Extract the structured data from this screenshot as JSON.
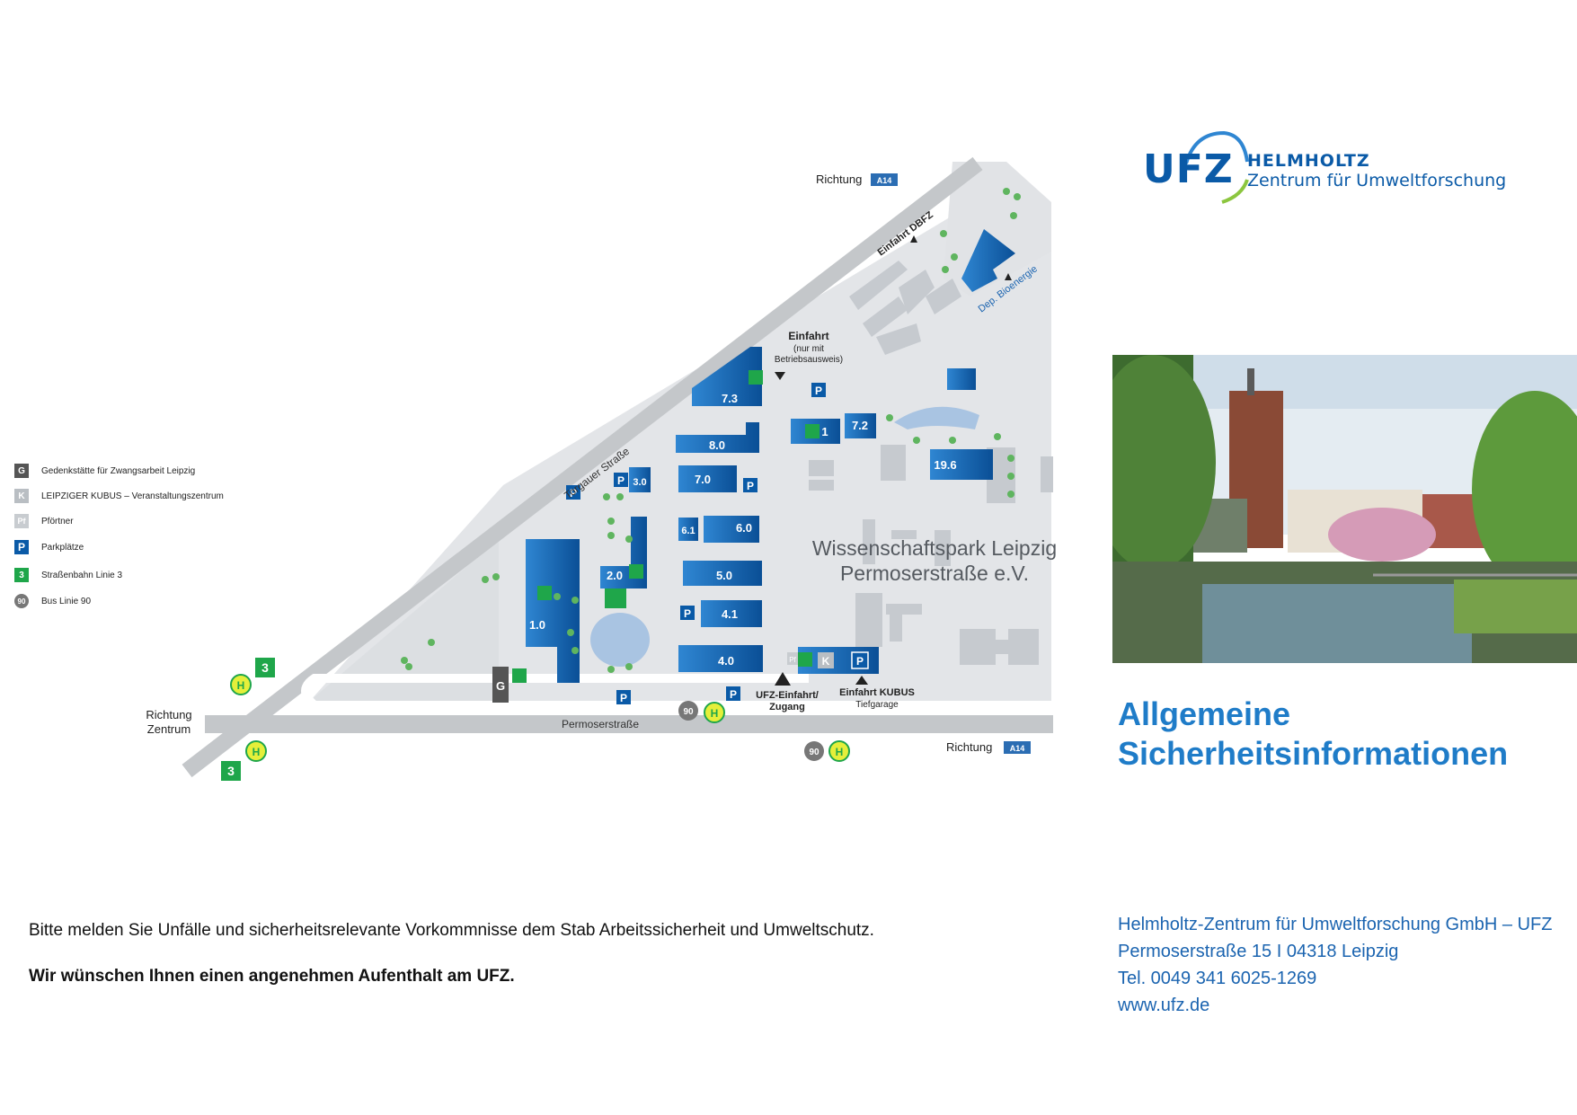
{
  "logo": {
    "acronym": "UFZ",
    "line1": "HELMHOLTZ",
    "line2": "Zentrum für Umweltforschung"
  },
  "legend": [
    {
      "symbol": "G",
      "label": "Gedenkstätte für Zwangsarbeit Leipzig",
      "color": "#555555"
    },
    {
      "symbol": "K",
      "label": "LEIPZIGER KUBUS – Veranstaltungszentrum",
      "color": "#b9bec3"
    },
    {
      "symbol": "Pf",
      "label": "Pförtner",
      "color": "#c8ccd0"
    },
    {
      "symbol": "P",
      "label": "Parkplätze",
      "color": "#0a5aa7"
    },
    {
      "symbol": "3",
      "label": "Straßenbahn Linie 3",
      "color": "#1fa64a"
    },
    {
      "symbol": "90",
      "label": "Bus Linie 90",
      "color": "#777777"
    }
  ],
  "map": {
    "streets": {
      "torgauer": "Torgauer Straße",
      "permoser": "Permoserstraße"
    },
    "directions": {
      "richtung_top": "Richtung",
      "richtung_zentrum_1": "Richtung",
      "richtung_zentrum_2": "Zentrum",
      "richtung_bottom": "Richtung",
      "a14": "A14"
    },
    "entrances": {
      "dbfz": "Einfahrt DBFZ",
      "bioenergie": "Dep. Bioenergie",
      "einfahrt": "Einfahrt",
      "einfahrt_sub1": "(nur mit",
      "einfahrt_sub2": "Betriebsausweis)",
      "ufz_einfahrt_1": "UFZ-Einfahrt/",
      "ufz_einfahrt_2": "Zugang",
      "kubus_1": "Einfahrt KUBUS",
      "kubus_2": "Tiefgarage"
    },
    "park_name_1": "Wissenschaftspark Leipzig",
    "park_name_2": "Permoserstraße e.V.",
    "buildings": {
      "b73": "7.3",
      "b80": "8.0",
      "b70": "7.0",
      "b30": "3.0",
      "b61": "6.1",
      "b60": "6.0",
      "b50": "5.0",
      "b41": "4.1",
      "b40": "4.0",
      "b20": "2.0",
      "b10": "1.0",
      "b72": "7.2",
      "b71": "1",
      "b196": "19.6"
    },
    "symbols": {
      "parking": "P",
      "haltestelle": "H",
      "tram": "3",
      "bus": "90",
      "gedenk": "G",
      "kubus": "K",
      "pfoertner": "Pf"
    }
  },
  "title": {
    "line1": "Allgemeine",
    "line2": "Sicherheitsinformationen"
  },
  "contact": {
    "org": "Helmholtz-Zentrum für Umweltforschung GmbH – UFZ",
    "address": "Permoserstraße 15  I  04318 Leipzig",
    "phone": "Tel. 0049 341 6025-1269",
    "web": "www.ufz.de"
  },
  "notes": {
    "report": "Bitte melden Sie Unfälle und sicherheitsrelevante Vorkommnisse dem Stab Arbeitssicherheit und Umweltschutz.",
    "wish": "Wir wünschen Ihnen einen angenehmen Aufenthalt am UFZ."
  },
  "colors": {
    "building_blue": "#0a5aa7",
    "campus_grey": "#dcdfe2",
    "street_grey": "#c4c7ca",
    "tram_green": "#1fa64a",
    "stop_yellow": "#e5ef3a",
    "title_blue": "#1f7cc8"
  }
}
